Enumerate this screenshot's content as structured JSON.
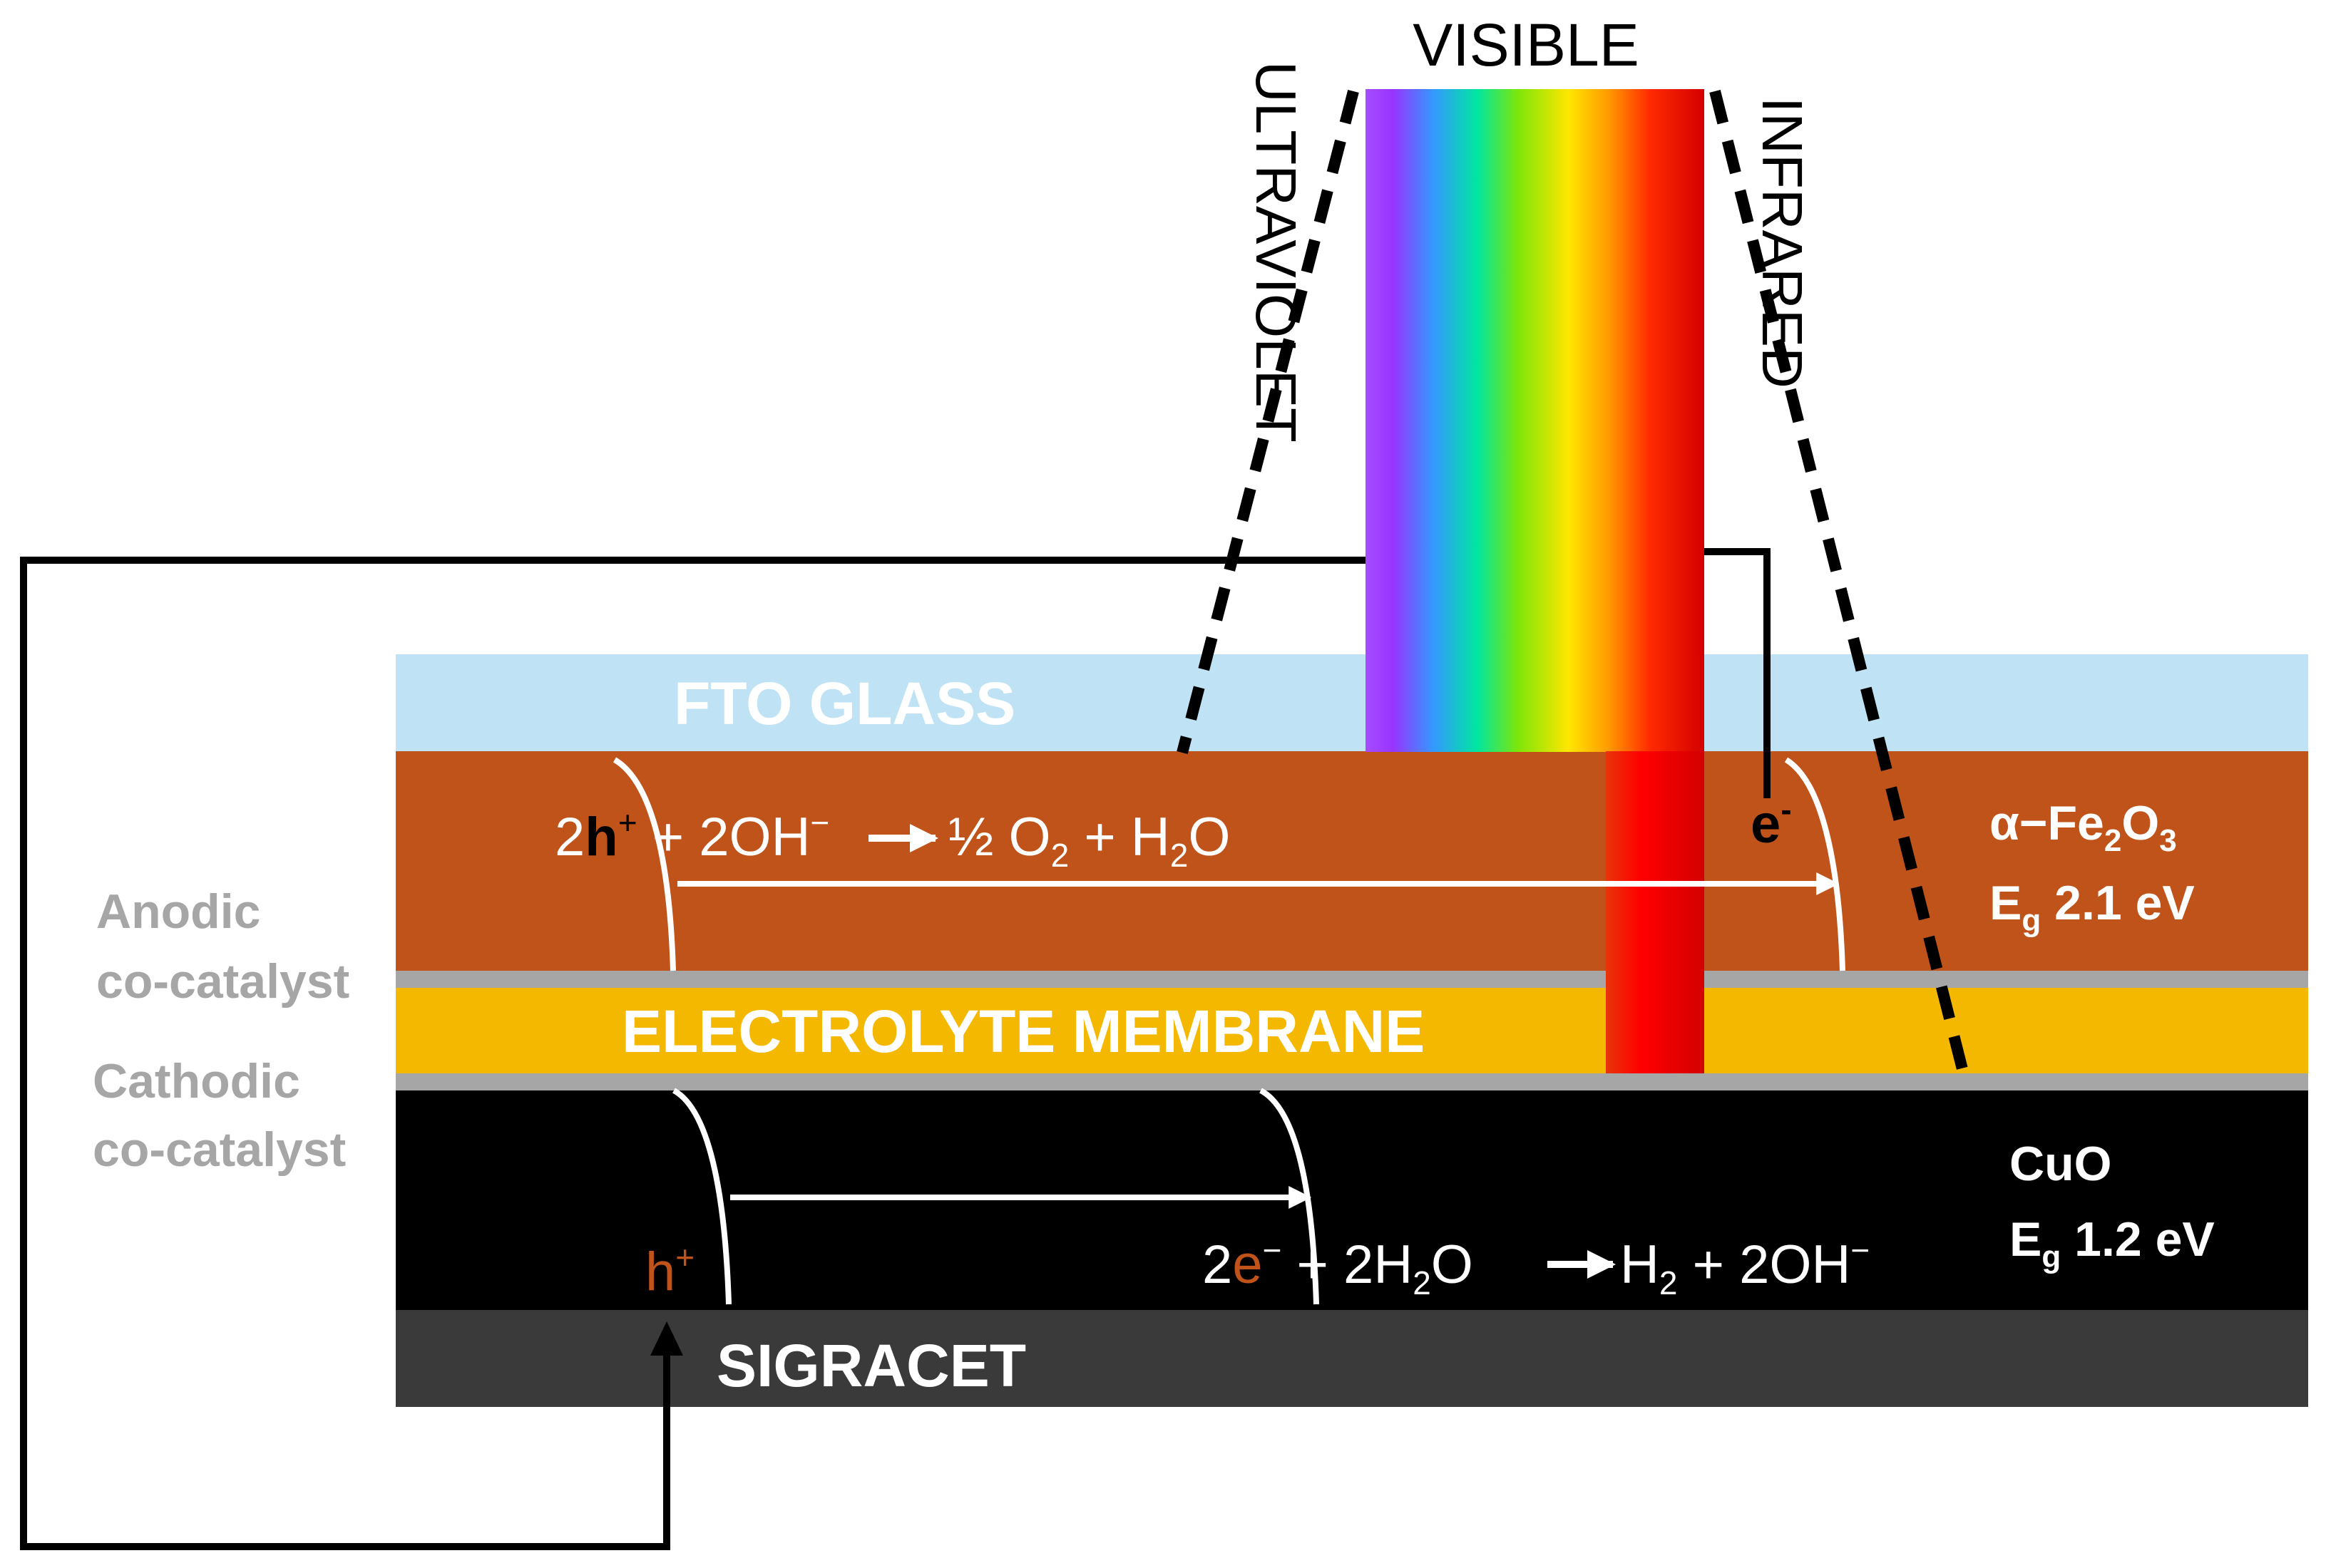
{
  "spectrum": {
    "visible_label": "VISIBLE",
    "ultraviolet_label": "ULTRAVIOLET",
    "infrared_label": "INFRARED"
  },
  "layers": {
    "fto": "FTO GLASS",
    "electrolyte": "ELECTROLYTE MEMBRANE",
    "sigracet": "SIGRACET"
  },
  "side_labels": {
    "anodic_line1": "Anodic",
    "anodic_line2": "co-catalyst",
    "cathodic_line1": "Cathodic",
    "cathodic_line2": "co-catalyst"
  },
  "anode": {
    "material": "α−Fe",
    "material_sub1": "2",
    "material_mid": "O",
    "material_sub2": "3",
    "gap_symbol": "E",
    "gap_sub": "g",
    "gap_value": " 2.1 eV",
    "reaction_coef": "2",
    "reaction_h": "h",
    "reaction_h_sup": "+",
    "reaction_mid": " + 2OH",
    "reaction_mid_sup": "−",
    "reaction_rhs1": " ½ O",
    "reaction_rhs1_sub": "2",
    "reaction_rhs2": " + H",
    "reaction_rhs2_sub": "2",
    "reaction_rhs3": "O",
    "electron": "e",
    "electron_sup": "-"
  },
  "cathode": {
    "material": "CuO",
    "gap_symbol": "E",
    "gap_sub": "g",
    "gap_value": " 1.2 eV",
    "hole": "h",
    "hole_sup": "+",
    "reaction_coef": "2",
    "reaction_e": "e",
    "reaction_e_sup": "−",
    "reaction_mid": " + 2H",
    "reaction_mid_sub": "2",
    "reaction_mid2": "O",
    "reaction_rhs1": "H",
    "reaction_rhs1_sub": "2",
    "reaction_rhs2": " + 2OH",
    "reaction_rhs2_sup": "−"
  },
  "colors": {
    "fto": "#bfe3f5",
    "hematite": "#c0531a",
    "electrolyte": "#f5b800",
    "cuo": "#000000",
    "sigracet": "#3a3a3a",
    "separator": "#a6a6a6",
    "side_label": "#a6a6a6",
    "carrier_accent": "#c0531a"
  }
}
